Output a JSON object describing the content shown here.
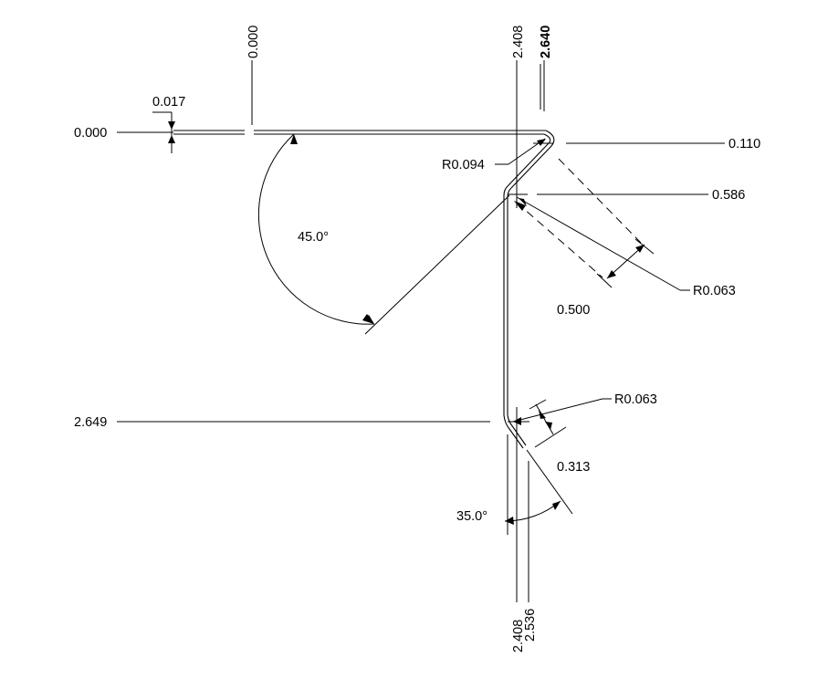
{
  "dimensions": {
    "origin_y_label": "0.000",
    "origin_x_label": "0.000",
    "thickness_label": "0.017",
    "inner_offset_label": "2.408",
    "outer_offset_label": "2.640",
    "radius_top_label": "R0.094",
    "top_drop_label": "0.110",
    "bend_drop_label": "0.586",
    "radius_mid_label": "R0.063",
    "flange_length_label": "0.500",
    "angle_top_label": "45.0°",
    "depth_label": "2.649",
    "radius_bottom_label": "R0.063",
    "lip_length_label": "0.313",
    "angle_bottom_label": "35.0°",
    "bottom_inner_label": "2.408",
    "bottom_outer_label": "2.536"
  }
}
